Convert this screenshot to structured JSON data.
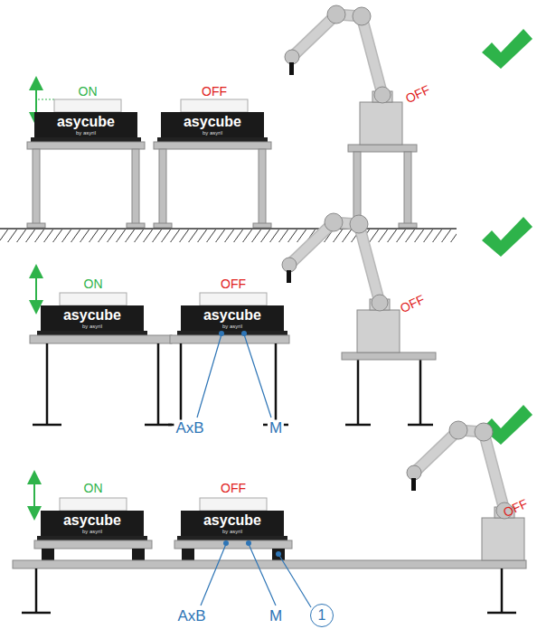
{
  "diagram": {
    "nodes": [
      {
        "text": [
          "asycube",
          "by asyril"
        ]
      },
      {
        "text": [
          "asycube",
          "by asyril"
        ]
      },
      {
        "text": [
          "asycube",
          "by asyril"
        ]
      },
      {
        "text": [
          "asycube",
          "by asyril"
        ]
      },
      {
        "text": [
          "asycube",
          "by asyril"
        ]
      },
      {
        "text": [
          "asycube",
          "by asyril"
        ]
      },
      {
        "text": [
          "1"
        ]
      }
    ],
    "labels": [
      "ON",
      "OFF",
      "OFF",
      "ON",
      "OFF",
      "OFF",
      "AxB",
      "M",
      "ON",
      "OFF",
      "OFF",
      "AxB",
      "M"
    ]
  }
}
